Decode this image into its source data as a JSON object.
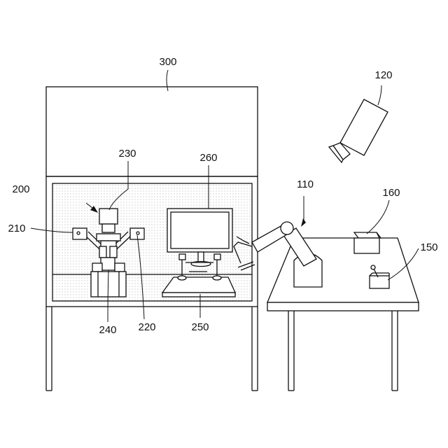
{
  "labels": {
    "cabinet": "300",
    "camera": "120",
    "surgical_robot": "200",
    "left_arm": "210",
    "top_unit": "230",
    "right_arm": "220",
    "microscope": "240",
    "monitor": "260",
    "console": "250",
    "robot_arm": "110",
    "box": "160",
    "controller": "150"
  }
}
